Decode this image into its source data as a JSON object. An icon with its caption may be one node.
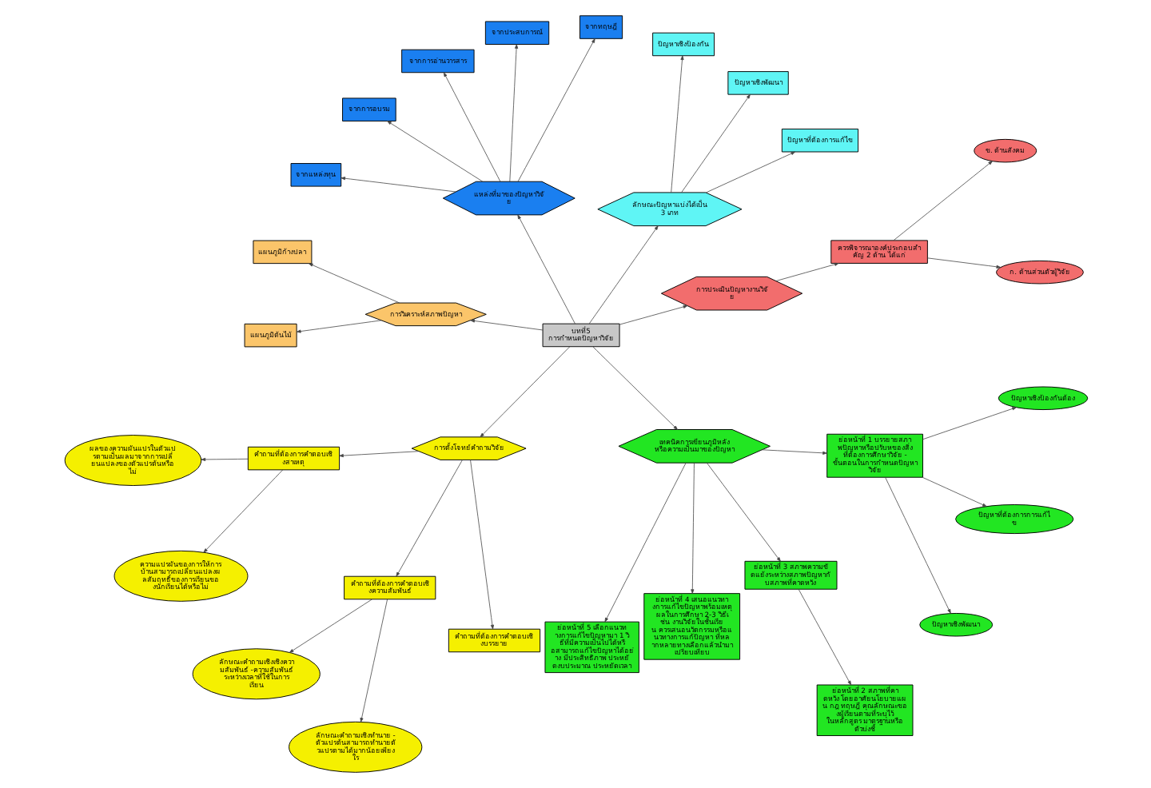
{
  "diagram": {
    "nodes": [
      {
        "text": [
          "บทที่5",
          "การกำหนดปัญหาวิจัย"
        ]
      },
      {
        "text": [
          "การประเมินปัญหางานวิจัย"
        ]
      },
      {
        "text": [
          "ควรพิจารณาองค์ประกอบสำคัญ 2 ด้าน ได้แก่"
        ]
      },
      {
        "text": [
          "ก. ด้านส่วนตัวผู้วิจัย"
        ]
      },
      {
        "text": [
          "ข. ด้านสังคม"
        ]
      },
      {
        "text": [
          "ลักษณะปัญหาแบ่งได้เป็น 3 เภท"
        ]
      },
      {
        "text": [
          "ปัญหาที่ต้องการแก้ไข"
        ]
      },
      {
        "text": [
          "ปัญหาเชิงพัฒนา"
        ]
      },
      {
        "text": [
          "ปัญหาเชิงป้องกัน"
        ]
      },
      {
        "text": [
          "แหล่งที่มาของปัญหาวิจัย"
        ]
      },
      {
        "text": [
          "จากทฤษฎี"
        ]
      },
      {
        "text": [
          "จากประสบการณ์"
        ]
      },
      {
        "text": [
          "จากการอ่านวารสาร"
        ]
      },
      {
        "text": [
          "จากการอบรม"
        ]
      },
      {
        "text": [
          "จากแหล่งทุน"
        ]
      },
      {
        "text": [
          "การวิเคราะห์สภาพปัญหา"
        ]
      },
      {
        "text": [
          "แผนภูมิก้างปลา"
        ]
      },
      {
        "text": [
          "แผนภูมิต้นไม้"
        ]
      },
      {
        "text": [
          "การตั้งโจทย์คำถามวิจัย"
        ]
      },
      {
        "text": [
          "คำถามที่ต้องการคำตอบเชิงสาเหตุ"
        ]
      },
      {
        "text": [
          "ผลของความผันแปรในตัวแปรตามเป็นผลมาจากการเปลี่ยนแปลงของตัวแปรต้นหรือไม่"
        ]
      },
      {
        "text": [
          "ความแปรผันของการให้การบ้านสามารถเปลี่ยนแปลงผลสัมฤทธิ์ของการเรียนของนักเรียนได้หรือไม่"
        ]
      },
      {
        "text": [
          "คำถามที่ต้องการคำตอบเชิงความสัมพันธ์"
        ]
      },
      {
        "text": [
          "ลักษณะคำถามเชิงเชิงความสัมพันธ์ -ความสัมพันธ์ระหว่างเวลาที่ใช้ในการเรียน"
        ]
      },
      {
        "text": [
          "ลักษณะคำถามเชิงทำนาย -ตัวแปรต้นสามารถทำนายตัวแปรตามได้มากน้อยเพียงใร"
        ]
      },
      {
        "text": [
          "คำถามที่ต้องการคำตอบเชิงบรรยาย"
        ]
      },
      {
        "text": [
          "เทคนิคการเขียนภูมิหลังหรือความเป็นมาของปัญหา"
        ]
      },
      {
        "text": [
          "ย่อหน้าที่ 5 เลือกแนวทางการแก้ไขปัญหามา 1 วิธีที่มีความเป็นไปได้หรือสามารถแก้ไขปัญหาได้อย่าง มีประสิทธิภาพ ประหยัดงบประมาณ ประหยัดเวลา"
        ]
      },
      {
        "text": [
          "ย่อหน้าที่ 4 เสนอแนวทางการแก้ไขปัญหาพร้อมเหตุผลในการศึกษา 2-3 วิธีเช่น งานวิจัยในชั้นเรียน ควรเสนอนวัตกรรมหรือแนวทางการแก้ปัญหา ที่หลากหลายทางเลือกแล้วนำมา เปรียบเทียบ"
        ]
      },
      {
        "text": [
          "ย่อหน้าที่ 3 สภาพความขัดแย้งระหว่างสภาพปัญหากับสภาพที่คาดหวัง"
        ]
      },
      {
        "text": [
          "ย่อหน้าที่ 2 สภาพที่คาดหวัง โดยอาศัยนโยบายแผน กฎ ทฤษฎี คุณลักษณะของผู้เรียนตามที่ระบุไว้ในหลักสูตร มาตรฐานหรือตัวบ่งชี้"
        ]
      },
      {
        "text": [
          "ย่อหน้าที่ 1 บรรยายสภาพปัญหาหรือปรับหของสิ่งที่ต้องการศึกษาวิจัย -ขั้นตอนในการกำหนดปัญหาวิจัย"
        ]
      },
      {
        "text": [
          "ปัญหาเชิงพัฒนา"
        ]
      },
      {
        "text": [
          "ปัญหาที่ต้องการการแก้ไข"
        ]
      },
      {
        "text": [
          "ปัญหาเชิงป้องกันต้อง"
        ]
      }
    ],
    "edges": [
      {
        "from": 0,
        "to": 1,
        "arrow": "to"
      },
      {
        "from": 1,
        "to": 2,
        "arrow": "to"
      },
      {
        "from": 2,
        "to": 3,
        "arrow": "to"
      },
      {
        "from": 2,
        "to": 4,
        "arrow": "to"
      },
      {
        "from": 0,
        "to": 5,
        "arrow": "to"
      },
      {
        "from": 5,
        "to": 6,
        "arrow": "to"
      },
      {
        "from": 5,
        "to": 7,
        "arrow": "to"
      },
      {
        "from": 5,
        "to": 8,
        "arrow": "to"
      },
      {
        "from": 0,
        "to": 9,
        "arrow": "to"
      },
      {
        "from": 9,
        "to": 10,
        "arrow": "to"
      },
      {
        "from": 9,
        "to": 11,
        "arrow": "to"
      },
      {
        "from": 9,
        "to": 12,
        "arrow": "to"
      },
      {
        "from": 9,
        "to": 13,
        "arrow": "to"
      },
      {
        "from": 9,
        "to": 14,
        "arrow": "to"
      },
      {
        "from": 0,
        "to": 15,
        "arrow": "to"
      },
      {
        "from": 15,
        "to": 16,
        "arrow": "to"
      },
      {
        "from": 15,
        "to": 17,
        "arrow": "to"
      },
      {
        "from": 0,
        "to": 18,
        "arrow": "to"
      },
      {
        "from": 18,
        "to": 19,
        "arrow": "to"
      },
      {
        "from": 18,
        "to": 22,
        "arrow": "to"
      },
      {
        "from": 18,
        "to": 25,
        "arrow": "to"
      },
      {
        "from": 19,
        "to": 20,
        "arrow": "to"
      },
      {
        "from": 19,
        "to": 21,
        "arrow": "to"
      },
      {
        "from": 22,
        "to": 23,
        "arrow": "to"
      },
      {
        "from": 22,
        "to": 24,
        "arrow": "to"
      },
      {
        "from": 0,
        "to": 26,
        "arrow": "to"
      },
      {
        "from": 26,
        "to": 27,
        "arrow": "to"
      },
      {
        "from": 26,
        "to": 28,
        "arrow": "to"
      },
      {
        "from": 26,
        "to": 29,
        "arrow": "to"
      },
      {
        "from": 29,
        "to": 30,
        "arrow": "to"
      },
      {
        "from": 26,
        "to": 31,
        "arrow": "to"
      },
      {
        "from": 31,
        "to": 32,
        "arrow": "to"
      },
      {
        "from": 31,
        "to": 33,
        "arrow": "to"
      },
      {
        "from": 31,
        "to": 34,
        "arrow": "to"
      }
    ]
  }
}
